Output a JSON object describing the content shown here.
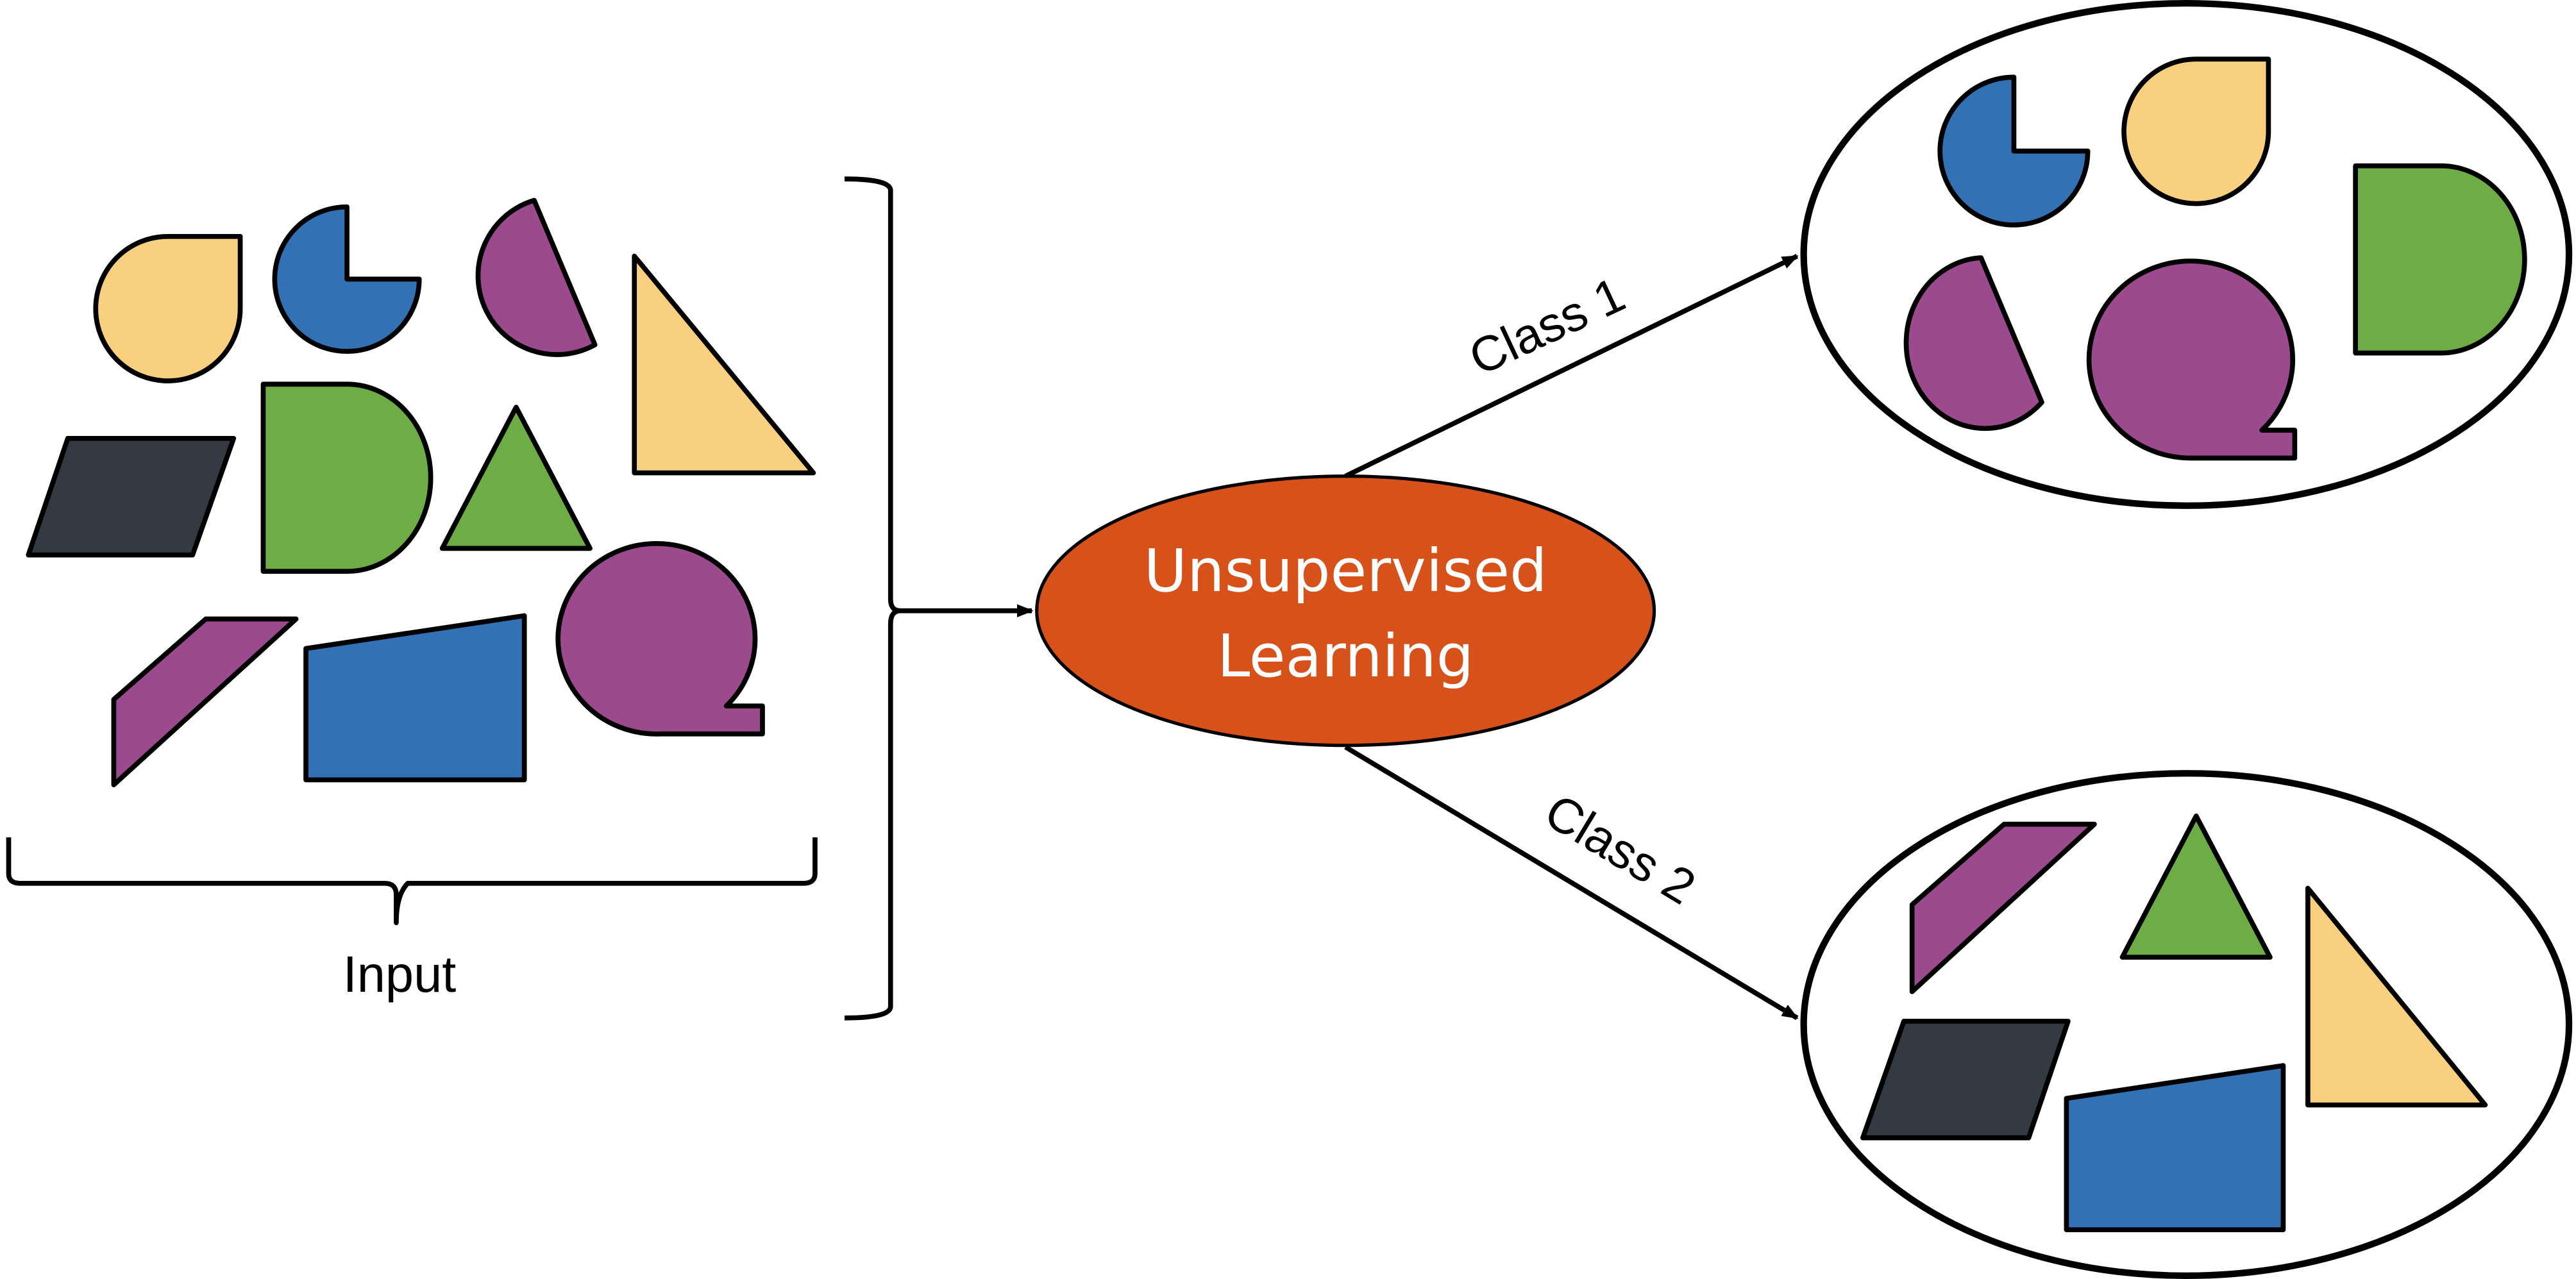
{
  "input_label": "Input",
  "center_label_line1": "Unsupervised",
  "center_label_line2": "Learning",
  "class1_label": "Class 1",
  "class2_label": "Class 2",
  "colors": {
    "yellow": "#F9CF80",
    "blue": "#3271B4",
    "purple": "#9A4A8D",
    "green": "#6EAC46",
    "dark": "#343A41",
    "orange": "#D7511A",
    "stroke": "#000000"
  },
  "shapes": {
    "input": [
      "yellow-drop-shape",
      "blue-pie-shape",
      "purple-cut-circle-shape",
      "yellow-triangle-shape",
      "dark-parallelogram-shape",
      "green-d-shape",
      "green-triangle-shape",
      "purple-speech-bubble-shape",
      "purple-trapezoid-shape",
      "blue-quadrilateral-shape"
    ],
    "class1": [
      "blue-pie-shape",
      "yellow-drop-shape",
      "green-d-shape",
      "purple-cut-circle-shape",
      "purple-speech-bubble-shape"
    ],
    "class2": [
      "purple-trapezoid-shape",
      "green-triangle-shape",
      "yellow-triangle-shape",
      "dark-parallelogram-shape",
      "blue-quadrilateral-shape"
    ]
  }
}
